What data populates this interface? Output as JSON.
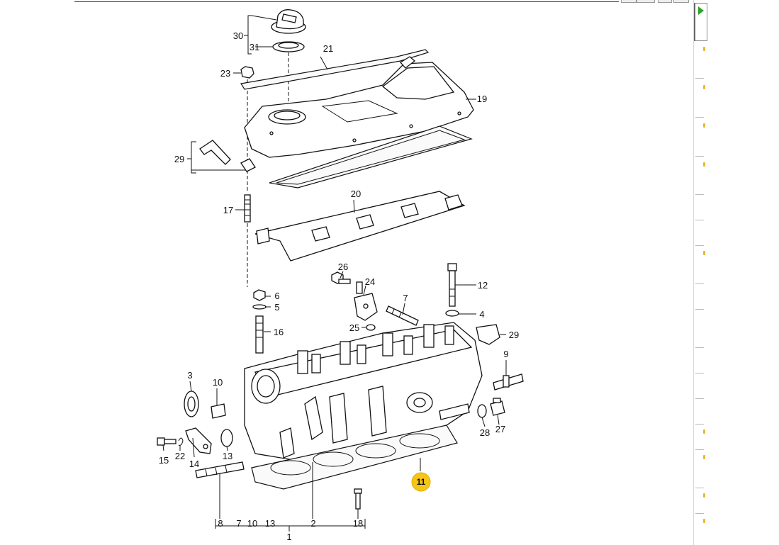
{
  "diagram": {
    "callouts": {
      "c30": "30",
      "c31": "31",
      "c21": "21",
      "c23": "23",
      "c19": "19",
      "c29a": "29",
      "c20": "20",
      "c17": "17",
      "c26": "26",
      "c24": "24",
      "c12": "12",
      "c6": "6",
      "c5": "5",
      "c7": "7",
      "c4": "4",
      "c16": "16",
      "c25": "25",
      "c29b": "29",
      "c9": "9",
      "c3": "3",
      "c10": "10",
      "c28": "28",
      "c27": "27",
      "c15": "15",
      "c22": "22",
      "c14": "14",
      "c13": "13",
      "c8": "8",
      "c7b": "7",
      "c10b": "10",
      "c13b": "13",
      "c2": "2",
      "c18": "18",
      "c1": "1"
    },
    "highlight_label": "11",
    "highlight_color": "#f5c518"
  }
}
